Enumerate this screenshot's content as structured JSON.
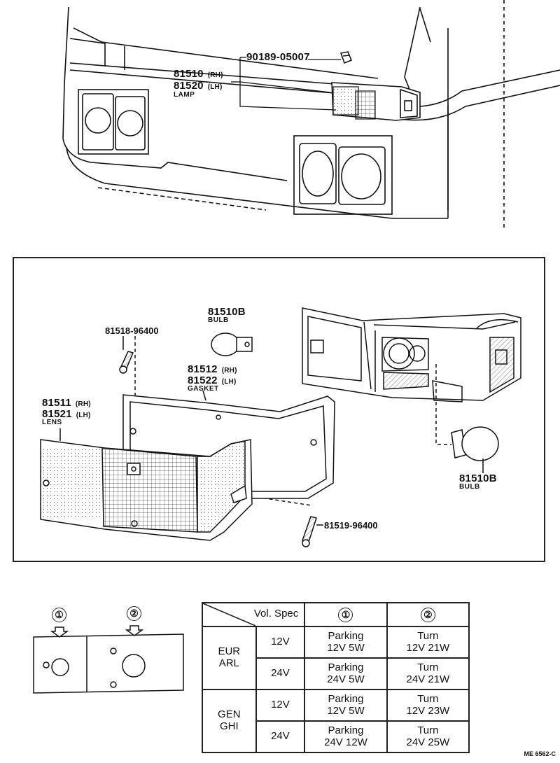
{
  "vehicle_view": {
    "clip_part_no": "90189-05007",
    "lamp_rh_part_no": "81510",
    "lamp_lh_part_no": "81520",
    "rh_tag": "(RH)",
    "lh_tag": "(LH)",
    "lamp_caption": "LAMP"
  },
  "exploded_view": {
    "screw_upper_part_no": "81518-96400",
    "screw_lower_part_no": "81519-96400",
    "bulb_upper_part_no": "81510B",
    "bulb_upper_caption": "BULB",
    "bulb_lower_part_no": "81510B",
    "bulb_lower_caption": "BULB",
    "gasket_rh_part_no": "81512",
    "gasket_lh_part_no": "81522",
    "gasket_caption": "GASKET",
    "lens_rh_part_no": "81511",
    "lens_lh_part_no": "81521",
    "lens_caption": "LENS",
    "rh_tag": "(RH)",
    "lh_tag": "(LH)"
  },
  "lens_detail": {
    "marker_1": "①",
    "marker_2": "②"
  },
  "spec_table": {
    "header_vol_spec": "Vol. Spec",
    "header_col1": "①",
    "header_col2": "②",
    "groups": [
      {
        "name_line1": "EUR",
        "name_line2": "ARL",
        "rows": [
          {
            "voltage": "12V",
            "c1_line1": "Parking",
            "c1_line2": "12V 5W",
            "c2_line1": "Turn",
            "c2_line2": "12V 21W"
          },
          {
            "voltage": "24V",
            "c1_line1": "Parking",
            "c1_line2": "24V 5W",
            "c2_line1": "Turn",
            "c2_line2": "24V 21W"
          }
        ]
      },
      {
        "name_line1": "GEN",
        "name_line2": "GHI",
        "rows": [
          {
            "voltage": "12V",
            "c1_line1": "Parking",
            "c1_line2": "12V 5W",
            "c2_line1": "Turn",
            "c2_line2": "12V 23W"
          },
          {
            "voltage": "24V",
            "c1_line1": "Parking",
            "c1_line2": "24V 12W",
            "c2_line1": "Turn",
            "c2_line2": "24V 25W"
          }
        ]
      }
    ]
  },
  "figure_code": "ME 6562-C"
}
